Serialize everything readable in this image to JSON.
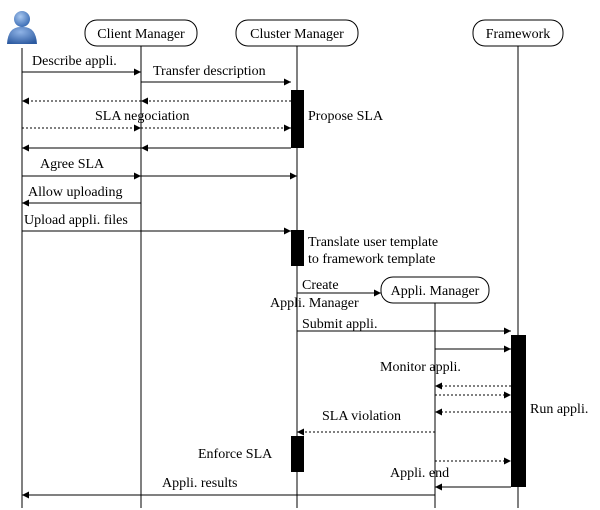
{
  "participants": {
    "user": "user-icon",
    "client_manager": "Client Manager",
    "cluster_manager": "Cluster Manager",
    "framework": "Framework",
    "appli_manager": "Appli. Manager"
  },
  "messages": {
    "describe": "Describe appli.",
    "transfer": "Transfer description",
    "sla_negociation": "SLA negociation",
    "agree_sla": "Agree SLA",
    "allow_uploading": "Allow uploading",
    "upload_files": "Upload appli. files",
    "create_line1": "Create",
    "create_line2": "Appli. Manager",
    "submit": "Submit appli.",
    "monitor": "Monitor appli.",
    "sla_violation": "SLA violation",
    "appli_end": "Appli. end",
    "appli_results": "Appli. results"
  },
  "activations": {
    "propose_sla": "Propose SLA",
    "translate_line1": "Translate user template",
    "translate_line2": "to framework template",
    "run_appli": "Run appli.",
    "enforce_sla": "Enforce SLA"
  },
  "colors": {
    "line": "#000000",
    "user_icon_head": "#5a86c8",
    "user_icon_body": "#3e6fb6"
  }
}
